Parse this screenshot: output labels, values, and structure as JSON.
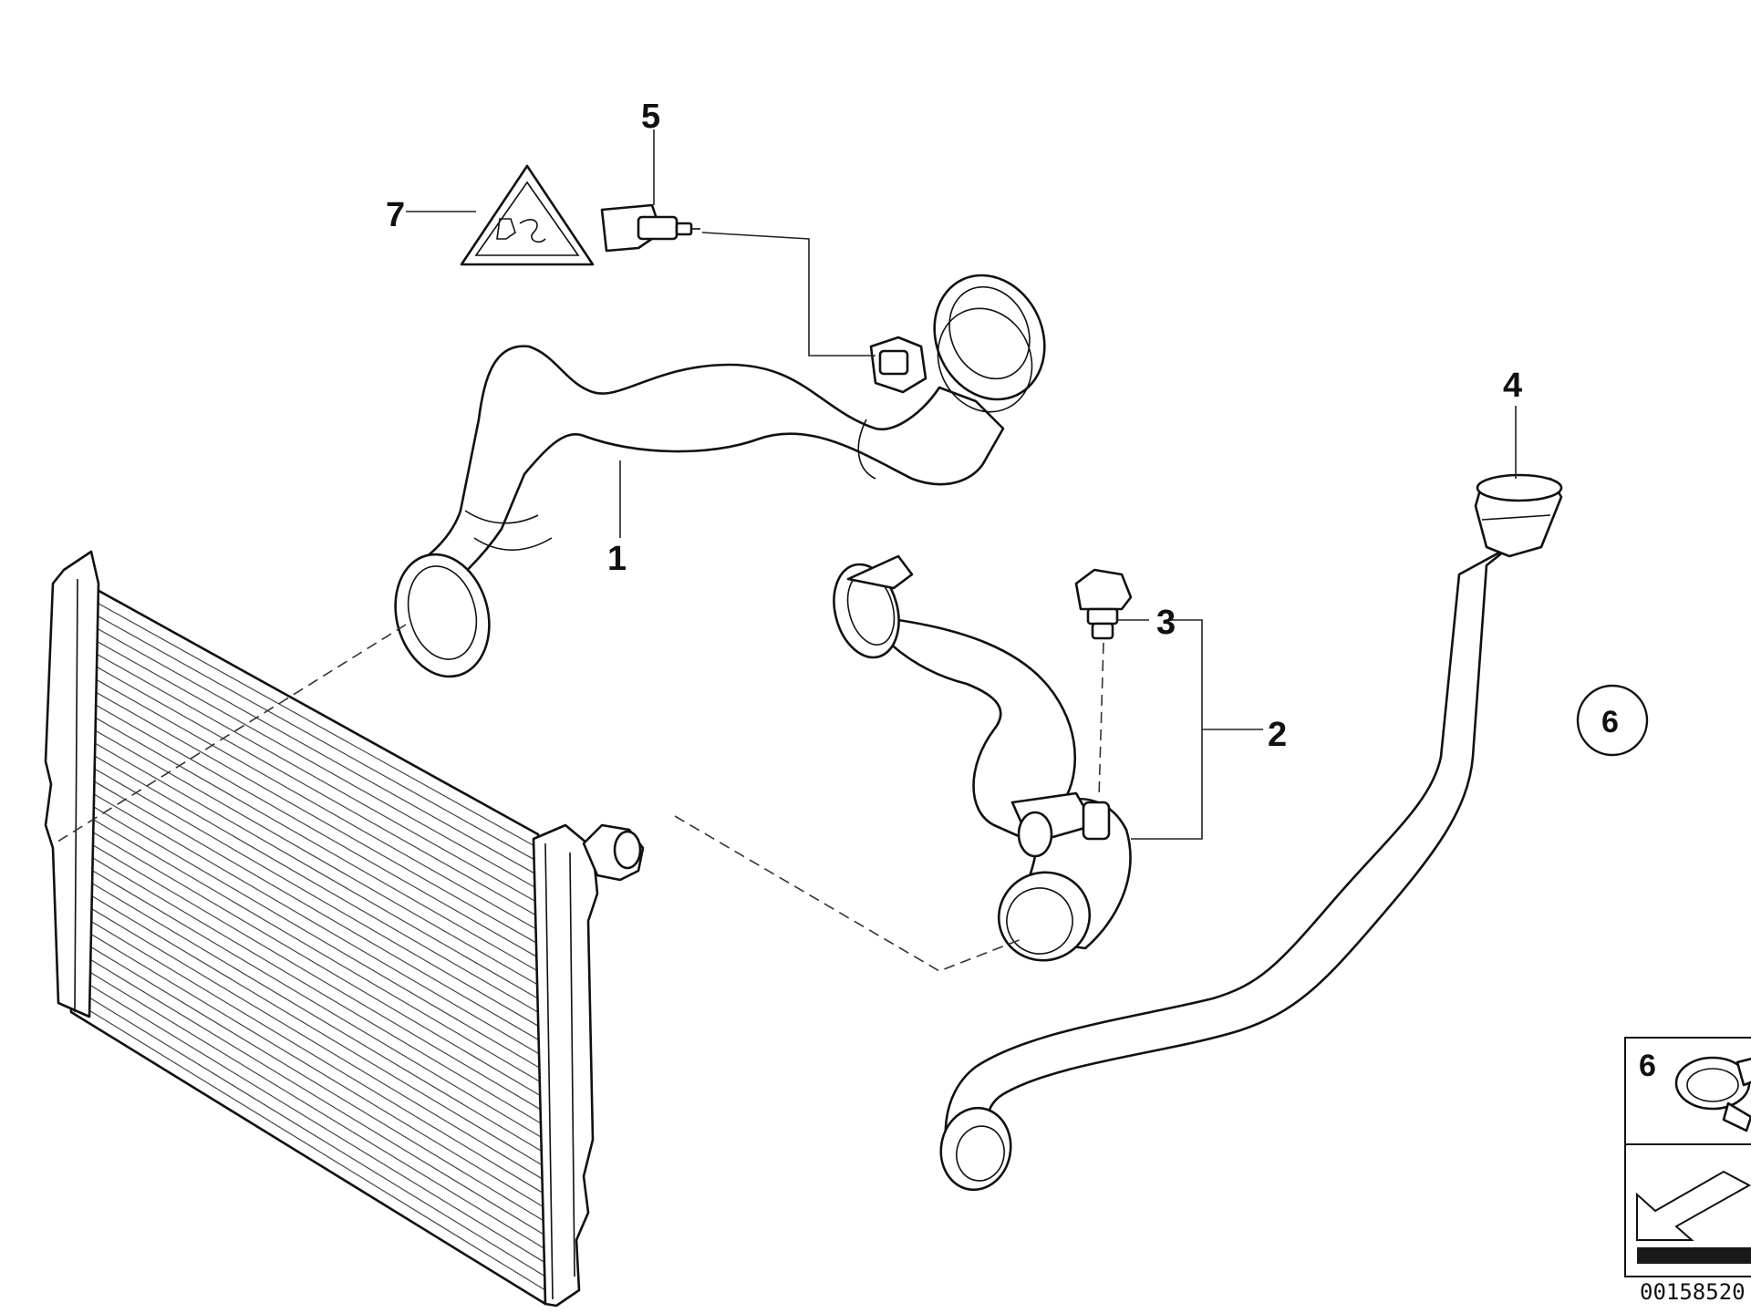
{
  "callouts": {
    "c1": "1",
    "c2": "2",
    "c3": "3",
    "c4": "4",
    "c5": "5",
    "c6": "6",
    "c7": "7",
    "inset_number": "6"
  },
  "diagram_code": "00158520",
  "colors": {
    "line": "#111111",
    "background": "#ffffff",
    "inset_bar": "#1a1a1a"
  },
  "icons": {
    "warning": "hot-coolant-warning-triangle-icon",
    "reference_arrow": "reference-arrow-icon"
  }
}
